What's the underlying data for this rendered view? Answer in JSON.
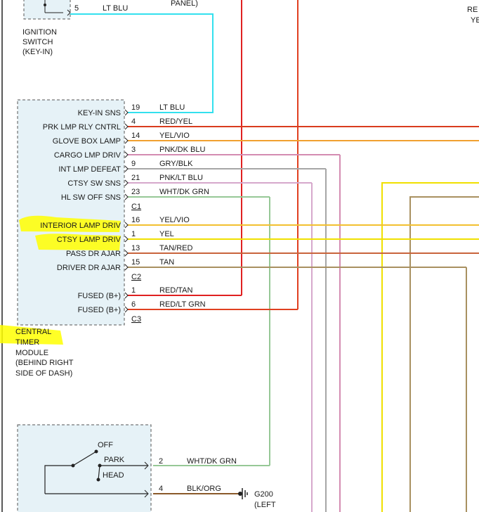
{
  "top": {
    "ignition_pin": "5",
    "ignition_wire": "LT BLU",
    "panel_fragment": "PANEL)",
    "right_fragment_1": "RE",
    "right_fragment_2": "YE",
    "ignition_label": [
      "IGNITION",
      "SWITCH",
      "(KEY-IN)"
    ]
  },
  "ctm": {
    "label": [
      "CENTRAL",
      "TIMER",
      "MODULE",
      "(BEHIND RIGHT",
      "SIDE OF DASH)"
    ],
    "connectors": [
      "C1",
      "C2",
      "C3"
    ],
    "pins": [
      {
        "func": "KEY-IN SNS",
        "pin": "19",
        "wire": "LT BLU",
        "color": "#33e0ee"
      },
      {
        "func": "PRK LMP RLY CNTRL",
        "pin": "4",
        "wire": "RED/YEL",
        "color": "#d93c1e"
      },
      {
        "func": "GLOVE BOX LAMP",
        "pin": "14",
        "wire": "YEL/VIO",
        "color": "#f0a030"
      },
      {
        "func": "CARGO LMP DRIV",
        "pin": "3",
        "wire": "PNK/DK BLU",
        "color": "#d48cb2"
      },
      {
        "func": "INT LMP DEFEAT",
        "pin": "9",
        "wire": "GRY/BLK",
        "color": "#a6a6a6"
      },
      {
        "func": "CTSY SW SNS",
        "pin": "21",
        "wire": "PNK/LT BLU",
        "color": "#d6a8cc"
      },
      {
        "func": "HL SW OFF SNS",
        "pin": "23",
        "wire": "WHT/DK GRN",
        "color": "#96c896"
      },
      {
        "func": "INTERIOR LAMP DRIV",
        "pin": "16",
        "wire": "YEL/VIO",
        "color": "#f2c030"
      },
      {
        "func": "CTSY LAMP DRIV",
        "pin": "1",
        "wire": "YEL",
        "color": "#f0e000"
      },
      {
        "func": "PASS DR AJAR",
        "pin": "13",
        "wire": "TAN/RED",
        "color": "#c8643c"
      },
      {
        "func": "DRIVER DR AJAR",
        "pin": "15",
        "wire": "TAN",
        "color": "#a89060"
      },
      {
        "func": "FUSED (B+)",
        "pin": "1",
        "wire": "RED/TAN",
        "color": "#e02020"
      },
      {
        "func": "FUSED (B+)",
        "pin": "6",
        "wire": "RED/LT GRN",
        "color": "#e04020"
      }
    ]
  },
  "headlamp_switch": {
    "positions": [
      "OFF",
      "PARK",
      "HEAD"
    ],
    "pin_a": "2",
    "wire_a": "WHT/DK GRN",
    "pin_b": "4",
    "wire_b": "BLK/ORG",
    "ground": "G200",
    "ground_note": "(LEFT"
  },
  "colors": {
    "module_fill": "#e6f2f7",
    "highlight": "#ffff00",
    "dashed": "#555555"
  }
}
